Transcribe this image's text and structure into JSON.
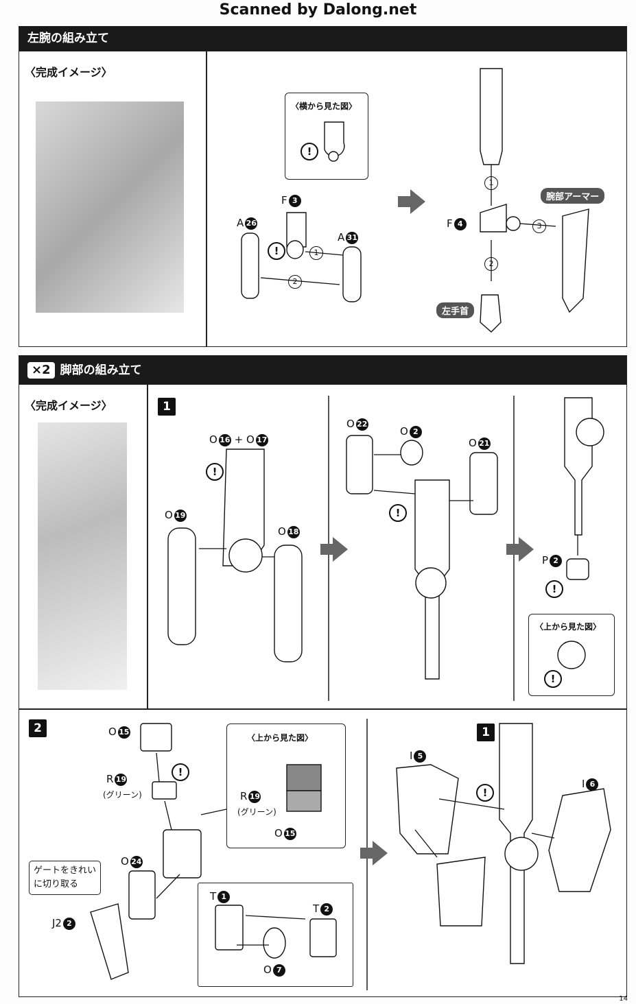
{
  "watermark": "Scanned by Dalong.net",
  "section1": {
    "title": "左腕の組み立て",
    "preview_title": "〈完成イメージ〉",
    "side_view_title": "〈横から見た図〉",
    "parts": {
      "a26": {
        "letter": "A",
        "num": "26"
      },
      "f3": {
        "letter": "F",
        "num": "3"
      },
      "a31": {
        "letter": "A",
        "num": "31"
      },
      "f4": {
        "letter": "F",
        "num": "4"
      }
    },
    "arm_armor_label": "腕部アーマー",
    "left_wrist_label": "左手首",
    "steps": [
      "1",
      "2",
      "3"
    ]
  },
  "section2": {
    "badge": "×2",
    "title": "脚部の組み立て",
    "preview_title": "〈完成イメージ〉",
    "step1": {
      "number": "1",
      "o16": {
        "letter": "O",
        "num": "16"
      },
      "plus": "+",
      "o17": {
        "letter": "O",
        "num": "17"
      },
      "o19": {
        "letter": "O",
        "num": "19"
      },
      "o18": {
        "letter": "O",
        "num": "18"
      },
      "o22": {
        "letter": "O",
        "num": "22"
      },
      "o2": {
        "letter": "O",
        "num": "2"
      },
      "o21": {
        "letter": "O",
        "num": "21"
      },
      "p2": {
        "letter": "P",
        "num": "2"
      },
      "top_view_title": "〈上から見た図〉"
    },
    "step2": {
      "number": "2",
      "o15": {
        "letter": "O",
        "num": "15"
      },
      "r19": {
        "letter": "R",
        "num": "19"
      },
      "green": "(グリーン)",
      "top_view_title": "〈上から見た図〉",
      "o24": {
        "letter": "O",
        "num": "24"
      },
      "gate_note_1": "ゲートをきれい",
      "gate_note_2": "に切り取る",
      "j22": {
        "letter": "J2",
        "num": "2"
      },
      "t1": {
        "letter": "T",
        "num": "1"
      },
      "t2": {
        "letter": "T",
        "num": "2"
      },
      "o7": {
        "letter": "O",
        "num": "7"
      },
      "sub1": "1",
      "i5": {
        "letter": "I",
        "num": "5"
      },
      "i6": {
        "letter": "I",
        "num": "6"
      }
    }
  },
  "page_number": "14"
}
